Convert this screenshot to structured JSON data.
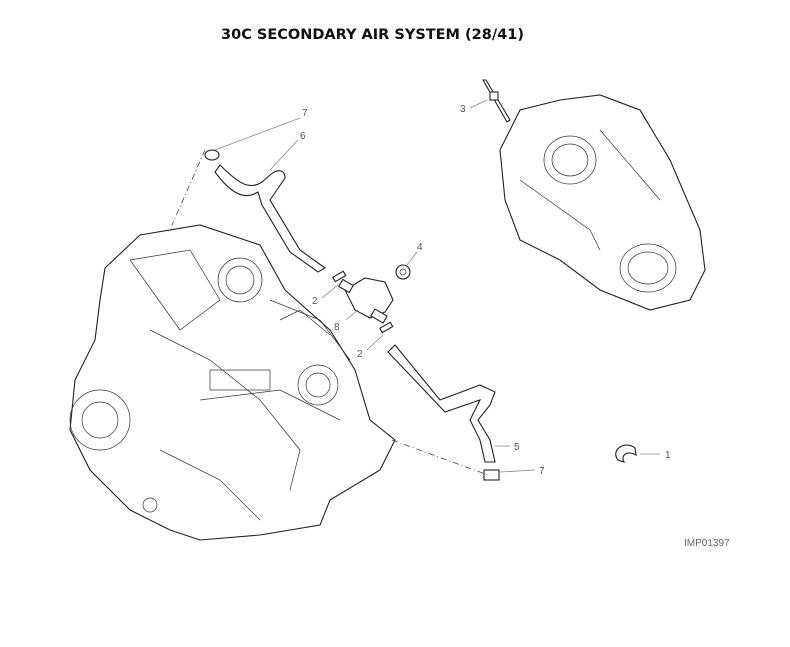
{
  "title": "30C SECONDARY AIR SYSTEM (28/41)",
  "image_code": "IMP01397",
  "callouts": [
    {
      "id": "1",
      "label": "1"
    },
    {
      "id": "2a",
      "label": "2"
    },
    {
      "id": "2b",
      "label": "2"
    },
    {
      "id": "3",
      "label": "3"
    },
    {
      "id": "4",
      "label": "4"
    },
    {
      "id": "5",
      "label": "5"
    },
    {
      "id": "6",
      "label": "6"
    },
    {
      "id": "7a",
      "label": "7"
    },
    {
      "id": "7b",
      "label": "7"
    },
    {
      "id": "8",
      "label": "8"
    }
  ]
}
